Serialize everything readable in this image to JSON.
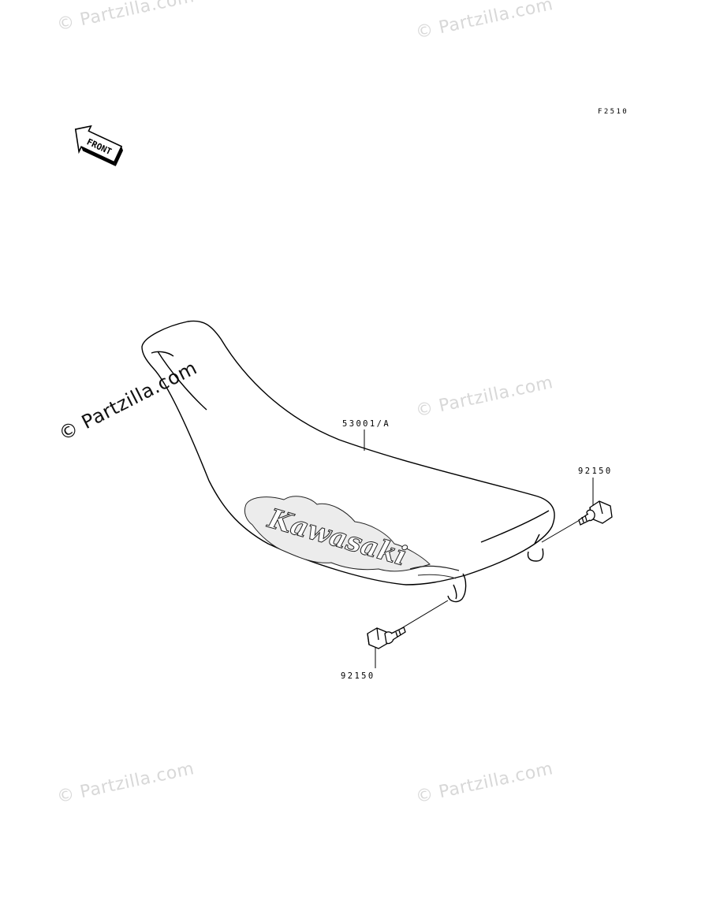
{
  "figure_code": "F2510",
  "front_arrow": {
    "label": "FRONT",
    "icon": "front-direction-arrow-icon"
  },
  "brand_logo": {
    "text": "Kawasaki",
    "color": "#7a7a7a"
  },
  "watermark": {
    "text": "© Partzilla.com",
    "color": "#d8d8d8"
  },
  "callouts": [
    {
      "part_number": "53001/A",
      "part": "seat"
    },
    {
      "part_number": "92150",
      "part": "bolt-right"
    },
    {
      "part_number": "92150",
      "part": "bolt-left"
    }
  ]
}
